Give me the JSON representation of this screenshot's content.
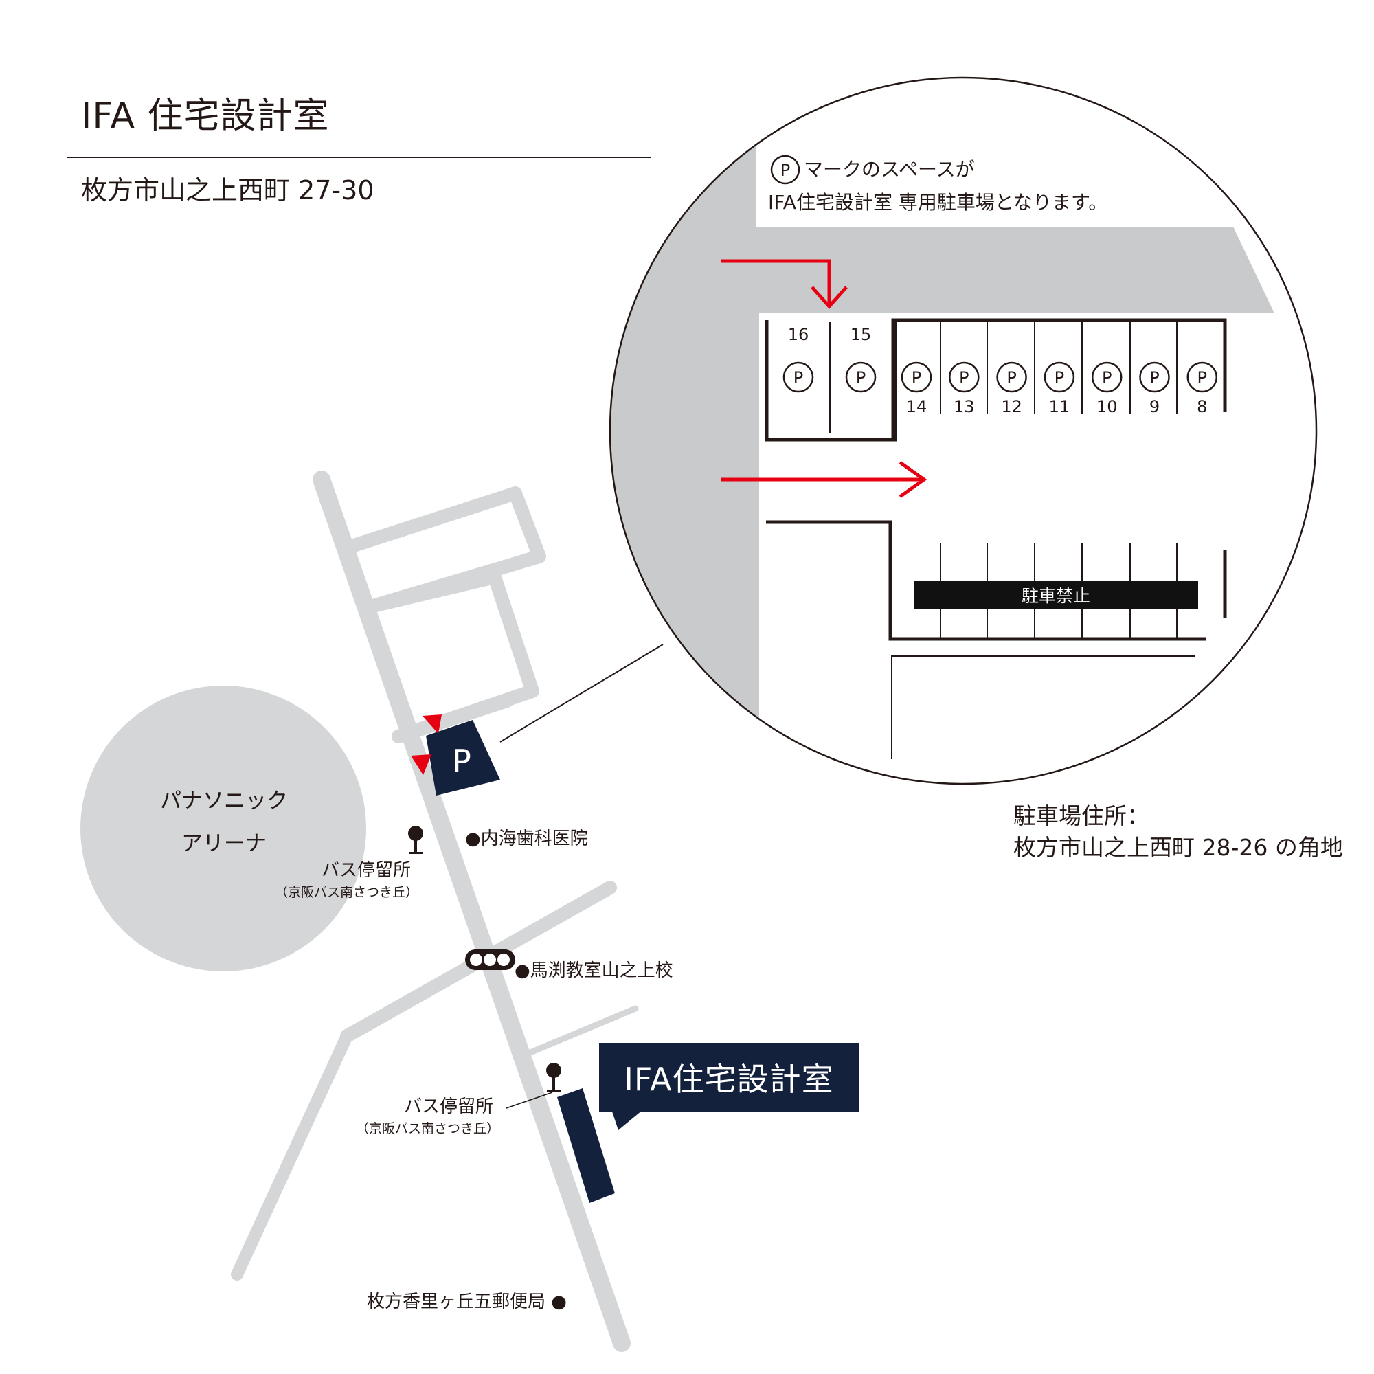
{
  "header": {
    "title": "IFA 住宅設計室",
    "address": "枚方市山之上西町 27-30"
  },
  "inset": {
    "note_line1_suffix": "マークのスペースが",
    "note_line2": "IFA住宅設計室  専用駐車場となります。",
    "parking_symbol": "P",
    "spaces_top": [
      "16",
      "15"
    ],
    "spaces_row": [
      "14",
      "13",
      "12",
      "11",
      "10",
      "9",
      "8"
    ],
    "no_parking": "駐車禁止"
  },
  "parking_address": {
    "label": "駐車場住所：",
    "value": "枚方市山之上西町 28-26 の角地"
  },
  "map": {
    "parking_marker": "P",
    "arena_line1": "パナソニック",
    "arena_line2": "アリーナ",
    "landmark_dental": "●内海歯科医院",
    "bus_stop_1": "バス停留所",
    "bus_stop_1_sub": "（京阪バス南さつき丘）",
    "landmark_school": "●馬渕教室山之上校",
    "bus_stop_2": "バス停留所",
    "bus_stop_2_sub": "（京阪バス南さつき丘）",
    "office_label": "IFA住宅設計室",
    "landmark_post": "枚方香里ヶ丘五郵便局 ●"
  },
  "colors": {
    "road": "#d4d6d8",
    "navy": "#14213d",
    "red": "#e60012",
    "ink": "#231815"
  }
}
